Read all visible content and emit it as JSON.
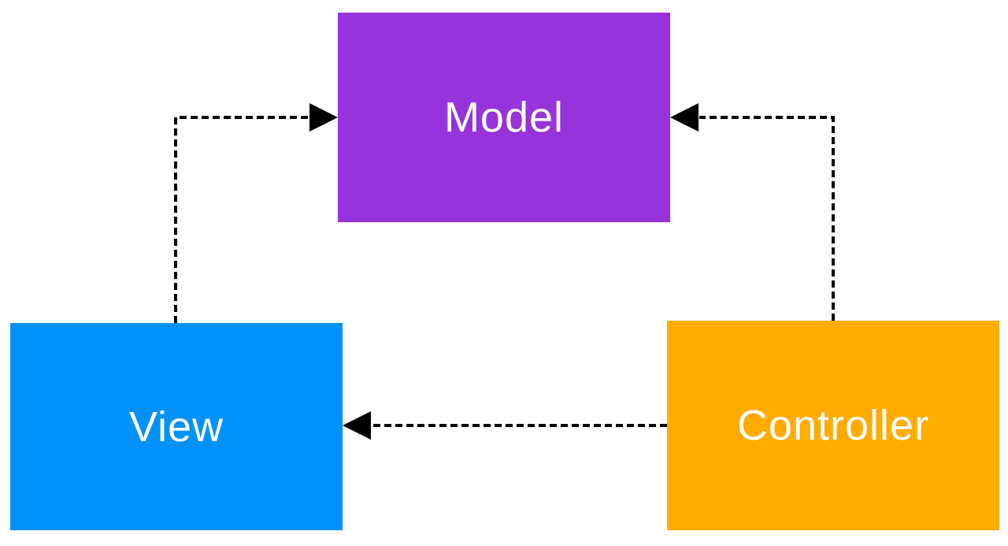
{
  "diagram": {
    "type": "architecture-pattern",
    "pattern_name": "Model-View-Controller",
    "background_color": "#FFFFFF",
    "text_color": "#FFFFFF",
    "connector_color": "#000000",
    "connector_style": "dashed",
    "nodes": [
      {
        "id": "model",
        "label": "Model",
        "color": "#9633DA",
        "position": "top-center"
      },
      {
        "id": "view",
        "label": "View",
        "color": "#0092F8",
        "position": "bottom-left"
      },
      {
        "id": "controller",
        "label": "Controller",
        "color": "#FFAB00",
        "position": "bottom-right"
      }
    ],
    "edges": [
      {
        "from": "view",
        "to": "model",
        "style": "dashed",
        "arrow": "solid-triangle",
        "route": "up-then-right"
      },
      {
        "from": "controller",
        "to": "model",
        "style": "dashed",
        "arrow": "solid-triangle",
        "route": "up-then-left"
      },
      {
        "from": "controller",
        "to": "view",
        "style": "dashed",
        "arrow": "solid-triangle",
        "route": "straight-left"
      }
    ]
  }
}
